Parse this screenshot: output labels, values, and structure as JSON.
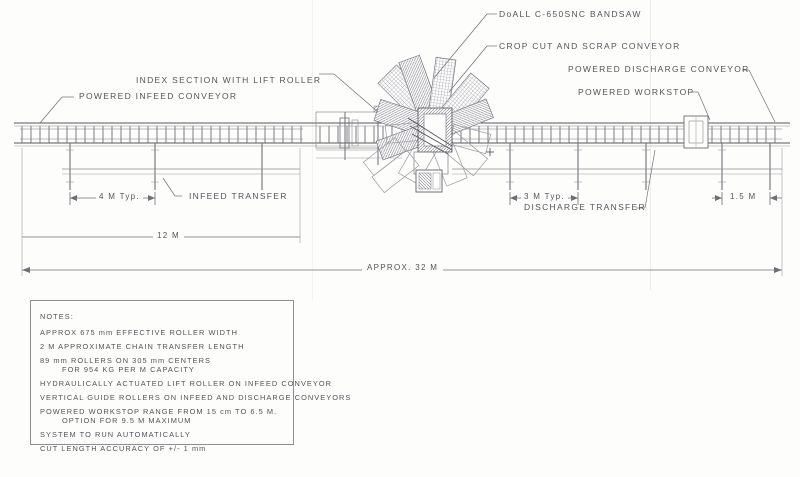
{
  "drawing": {
    "title_callouts": {
      "bandsaw": "DoALL C-650SNC BANDSAW",
      "crop_conveyor": "CROP CUT AND SCRAP CONVEYOR",
      "discharge_conveyor": "POWERED DISCHARGE CONVEYOR",
      "workstop": "POWERED WORKSTOP",
      "index_section": "INDEX SECTION WITH LIFT ROLLER",
      "infeed_conveyor": "POWERED INFEED CONVEYOR",
      "infeed_transfer": "INFEED TRANSFER",
      "discharge_transfer": "DISCHARGE TRANSFER"
    },
    "dimensions": {
      "infeed_pitch": "4 M Typ.",
      "infeed_length": "12 M",
      "discharge_pitch": "3 M Typ.",
      "workstop_gap": "1.5 M",
      "overall": "APPROX. 32 M"
    },
    "notes": {
      "heading": "NOTES:",
      "items": [
        "APPROX 675 mm EFFECTIVE ROLLER WIDTH",
        "2 M APPROXIMATE CHAIN TRANSFER LENGTH",
        "89 mm ROLLERS ON 305 mm CENTERS",
        "FOR 954 KG PER M CAPACITY",
        "HYDRAULICALLY ACTUATED LIFT ROLLER ON INFEED CONVEYOR",
        "VERTICAL GUIDE ROLLERS ON INFEED AND DISCHARGE CONVEYORS",
        "POWERED WORKSTOP RANGE FROM 15 cm TO 6.5 M.",
        "OPTION FOR 9.5 M MAXIMUM",
        "SYSTEM TO RUN AUTOMATICALLY",
        "CUT LENGTH ACCURACY OF +/- 1 mm"
      ]
    },
    "colors": {
      "ink": "#54545c",
      "paper": "#fdfdfb",
      "line": "#8d8d93"
    }
  }
}
